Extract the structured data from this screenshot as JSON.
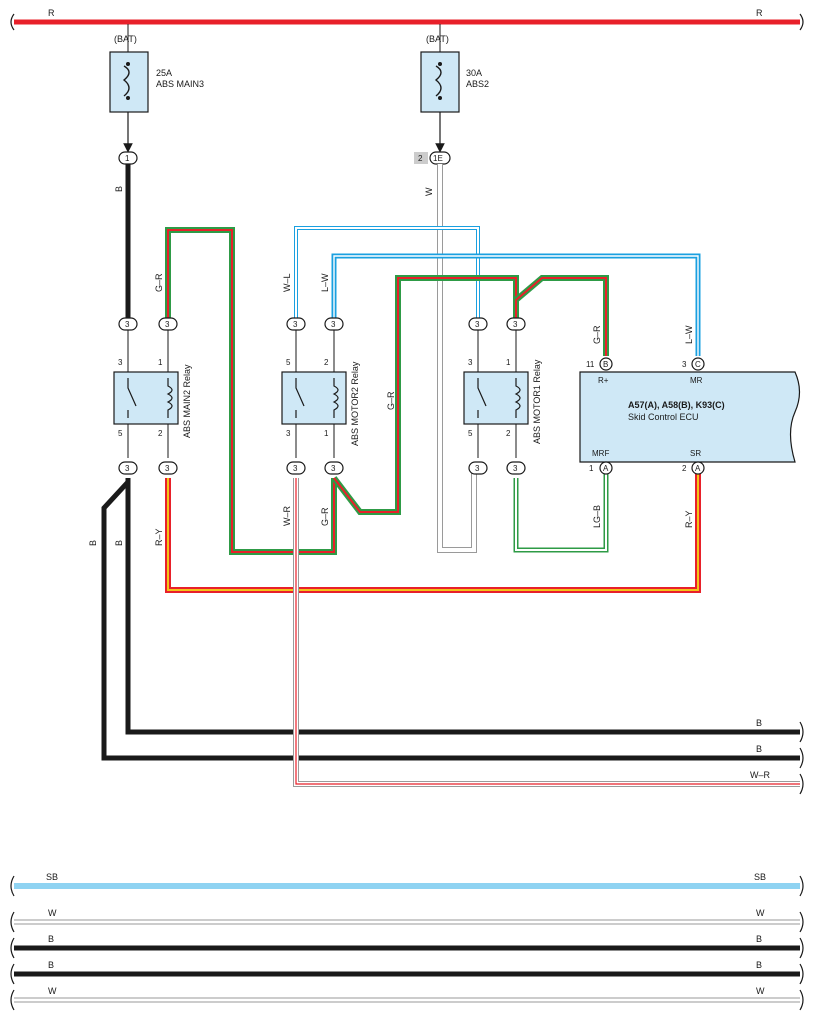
{
  "top_bus": {
    "left_label": "R",
    "right_label": "R"
  },
  "fuse_main3": {
    "source": "(BAT)",
    "rating": "25A",
    "name": "ABS MAIN3",
    "connector_pin": "1",
    "wire": "B"
  },
  "fuse_abs2": {
    "source": "(BAT)",
    "rating": "30A",
    "name": "ABS2",
    "connector_prefix": "2",
    "connector_pin": "1E",
    "wire": "W"
  },
  "relay_main2": {
    "title": "ABS MAIN2 Relay",
    "pins": {
      "top_left": "3",
      "top_right": "1",
      "bottom_left": "5",
      "bottom_right": "2"
    },
    "conn": "3",
    "wires": {
      "in_left": "",
      "in_right": "G–R",
      "out_left_a": "B",
      "out_left_b": "B",
      "out_right": "R–Y"
    }
  },
  "relay_motor2": {
    "title": "ABS MOTOR2 Relay",
    "pins": {
      "top_left": "5",
      "top_right": "2",
      "bottom_left": "3",
      "bottom_right": "1"
    },
    "conn": "3",
    "wires": {
      "in_left": "W–L",
      "in_right": "L–W",
      "out_left": "W–R",
      "out_right": "G–R"
    }
  },
  "relay_motor1": {
    "title": "ABS MOTOR1 Relay",
    "pins": {
      "top_left": "3",
      "top_right": "1",
      "bottom_left": "5",
      "bottom_right": "2"
    },
    "conn": "3",
    "wires": {
      "mid": "G–R"
    }
  },
  "ecu": {
    "title": "A57(A), A58(B), K93(C)",
    "subtitle": "Skid Control ECU",
    "pins": [
      {
        "num": "11",
        "conn": "B",
        "name": "R+",
        "wire": "G–R"
      },
      {
        "num": "3",
        "conn": "C",
        "name": "MR",
        "wire": "L–W"
      },
      {
        "num": "1",
        "conn": "A",
        "name": "MRF",
        "wire": "LG–B"
      },
      {
        "num": "2",
        "conn": "A",
        "name": "SR",
        "wire": "R–Y"
      }
    ]
  },
  "bottom_buses": [
    {
      "label": "B"
    },
    {
      "label": "B"
    },
    {
      "label": "W–R"
    }
  ],
  "lower_buses": [
    {
      "label": "SB"
    },
    {
      "label": "W"
    },
    {
      "label": "B"
    },
    {
      "label": "B"
    },
    {
      "label": "W"
    }
  ],
  "colors": {
    "R": "#e8202a",
    "B": "#1a1a1a",
    "W": "#cfcfcf",
    "G": "#2e9b46",
    "SB": "#8fd3f2",
    "L": "#1aa0e0",
    "Y": "#f2c418",
    "relay_fill": "#cfe8f6"
  }
}
